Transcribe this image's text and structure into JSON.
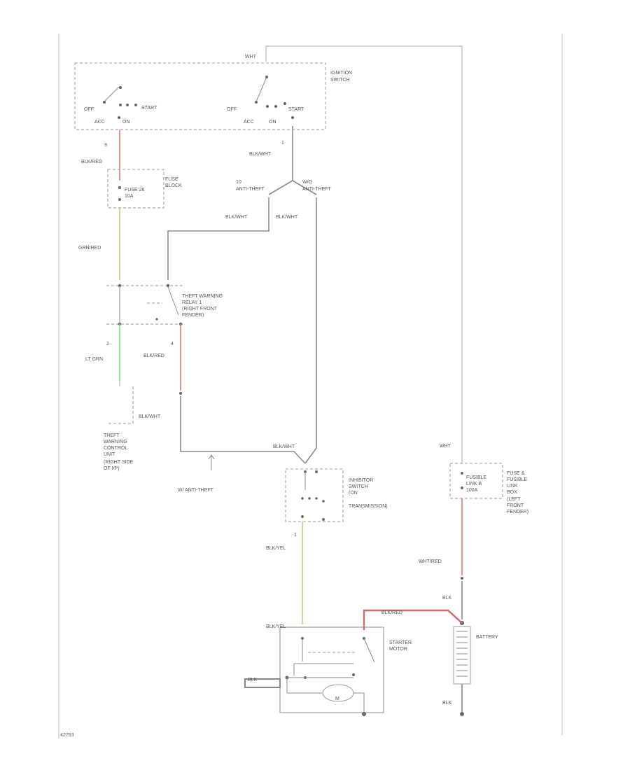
{
  "labels": {
    "wht_top": "WHT",
    "ignition_switch_1": "IGNITION",
    "ignition_switch_2": "SWITCH",
    "off_a": "OFF",
    "start_a": "START",
    "acc_a": "ACC",
    "on_a": "ON",
    "off_b": "OFF",
    "start_b": "START",
    "acc_b": "ACC",
    "on_b": "ON",
    "pin3_a": "3",
    "pin1_b": "1",
    "blk_red_1": "BLK/RED",
    "blk_wht_1": "BLK/WHT",
    "fuse_1": "FUSE 26",
    "fuse_2": "10A",
    "fuse_block_1": "FUSE",
    "fuse_block_2": "BLOCK",
    "anti_theft_a1": "10",
    "anti_theft_a2": "ANTI-THEFT",
    "anti_theft_b1": "W/O",
    "anti_theft_b2": "ANTI-THEFT",
    "blk_wht_2": "BLK/WHT",
    "blk_wht_3": "BLK/WHT",
    "grn_red": "GRN/RED",
    "relay_1": "THEFT WARNING",
    "relay_2": "RELAY 1",
    "relay_3": "(RIGHT FRONT",
    "relay_4": "FENDER)",
    "pin2": "2",
    "pin4": "4",
    "lt_grn": "LT GRN",
    "blk_red_2": "BLK/RED",
    "blk_wht_4": "BLK/WHT",
    "control_1": "THEFT",
    "control_2": "WARNING",
    "control_3": "CONTROL",
    "control_4": "UNIT",
    "control_5": "(RIGHT SIDE",
    "control_6": "OF I/P)",
    "blk_wht_5": "BLK/WHT",
    "w_anti_theft": "W/ ANTI-THEFT",
    "inhibitor_1": "INHIBITOR",
    "inhibitor_2": "SWITCH",
    "inhibitor_3": "(ON",
    "inhibitor_4": "TRANSMISSION)",
    "wht_right": "WHT",
    "fusible_1": "FUSE &",
    "fusible_2": "FUSIBLE",
    "fusible_3": "LINK",
    "fusible_4": "BOX",
    "fusible_5": "(LEFT",
    "fusible_6": "FRONT",
    "fusible_7": "FENDER)",
    "fusible_link_1": "FUSIBLE",
    "fusible_link_2": "LINK B",
    "fusible_link_3": "100A",
    "blk_yel": "BLK/YEL",
    "pin_in": "1",
    "wht_red": "WHT/RED",
    "blk_a": "BLK",
    "blk_yel_2": "BLK/YEL",
    "blk_red_3": "BLK/RED",
    "starter_1": "STARTER",
    "starter_2": "MOTOR",
    "battery": "BATTERY",
    "blk_b": "BLK",
    "blk_c": "BLK",
    "motor": "M",
    "page_code": "42753"
  }
}
